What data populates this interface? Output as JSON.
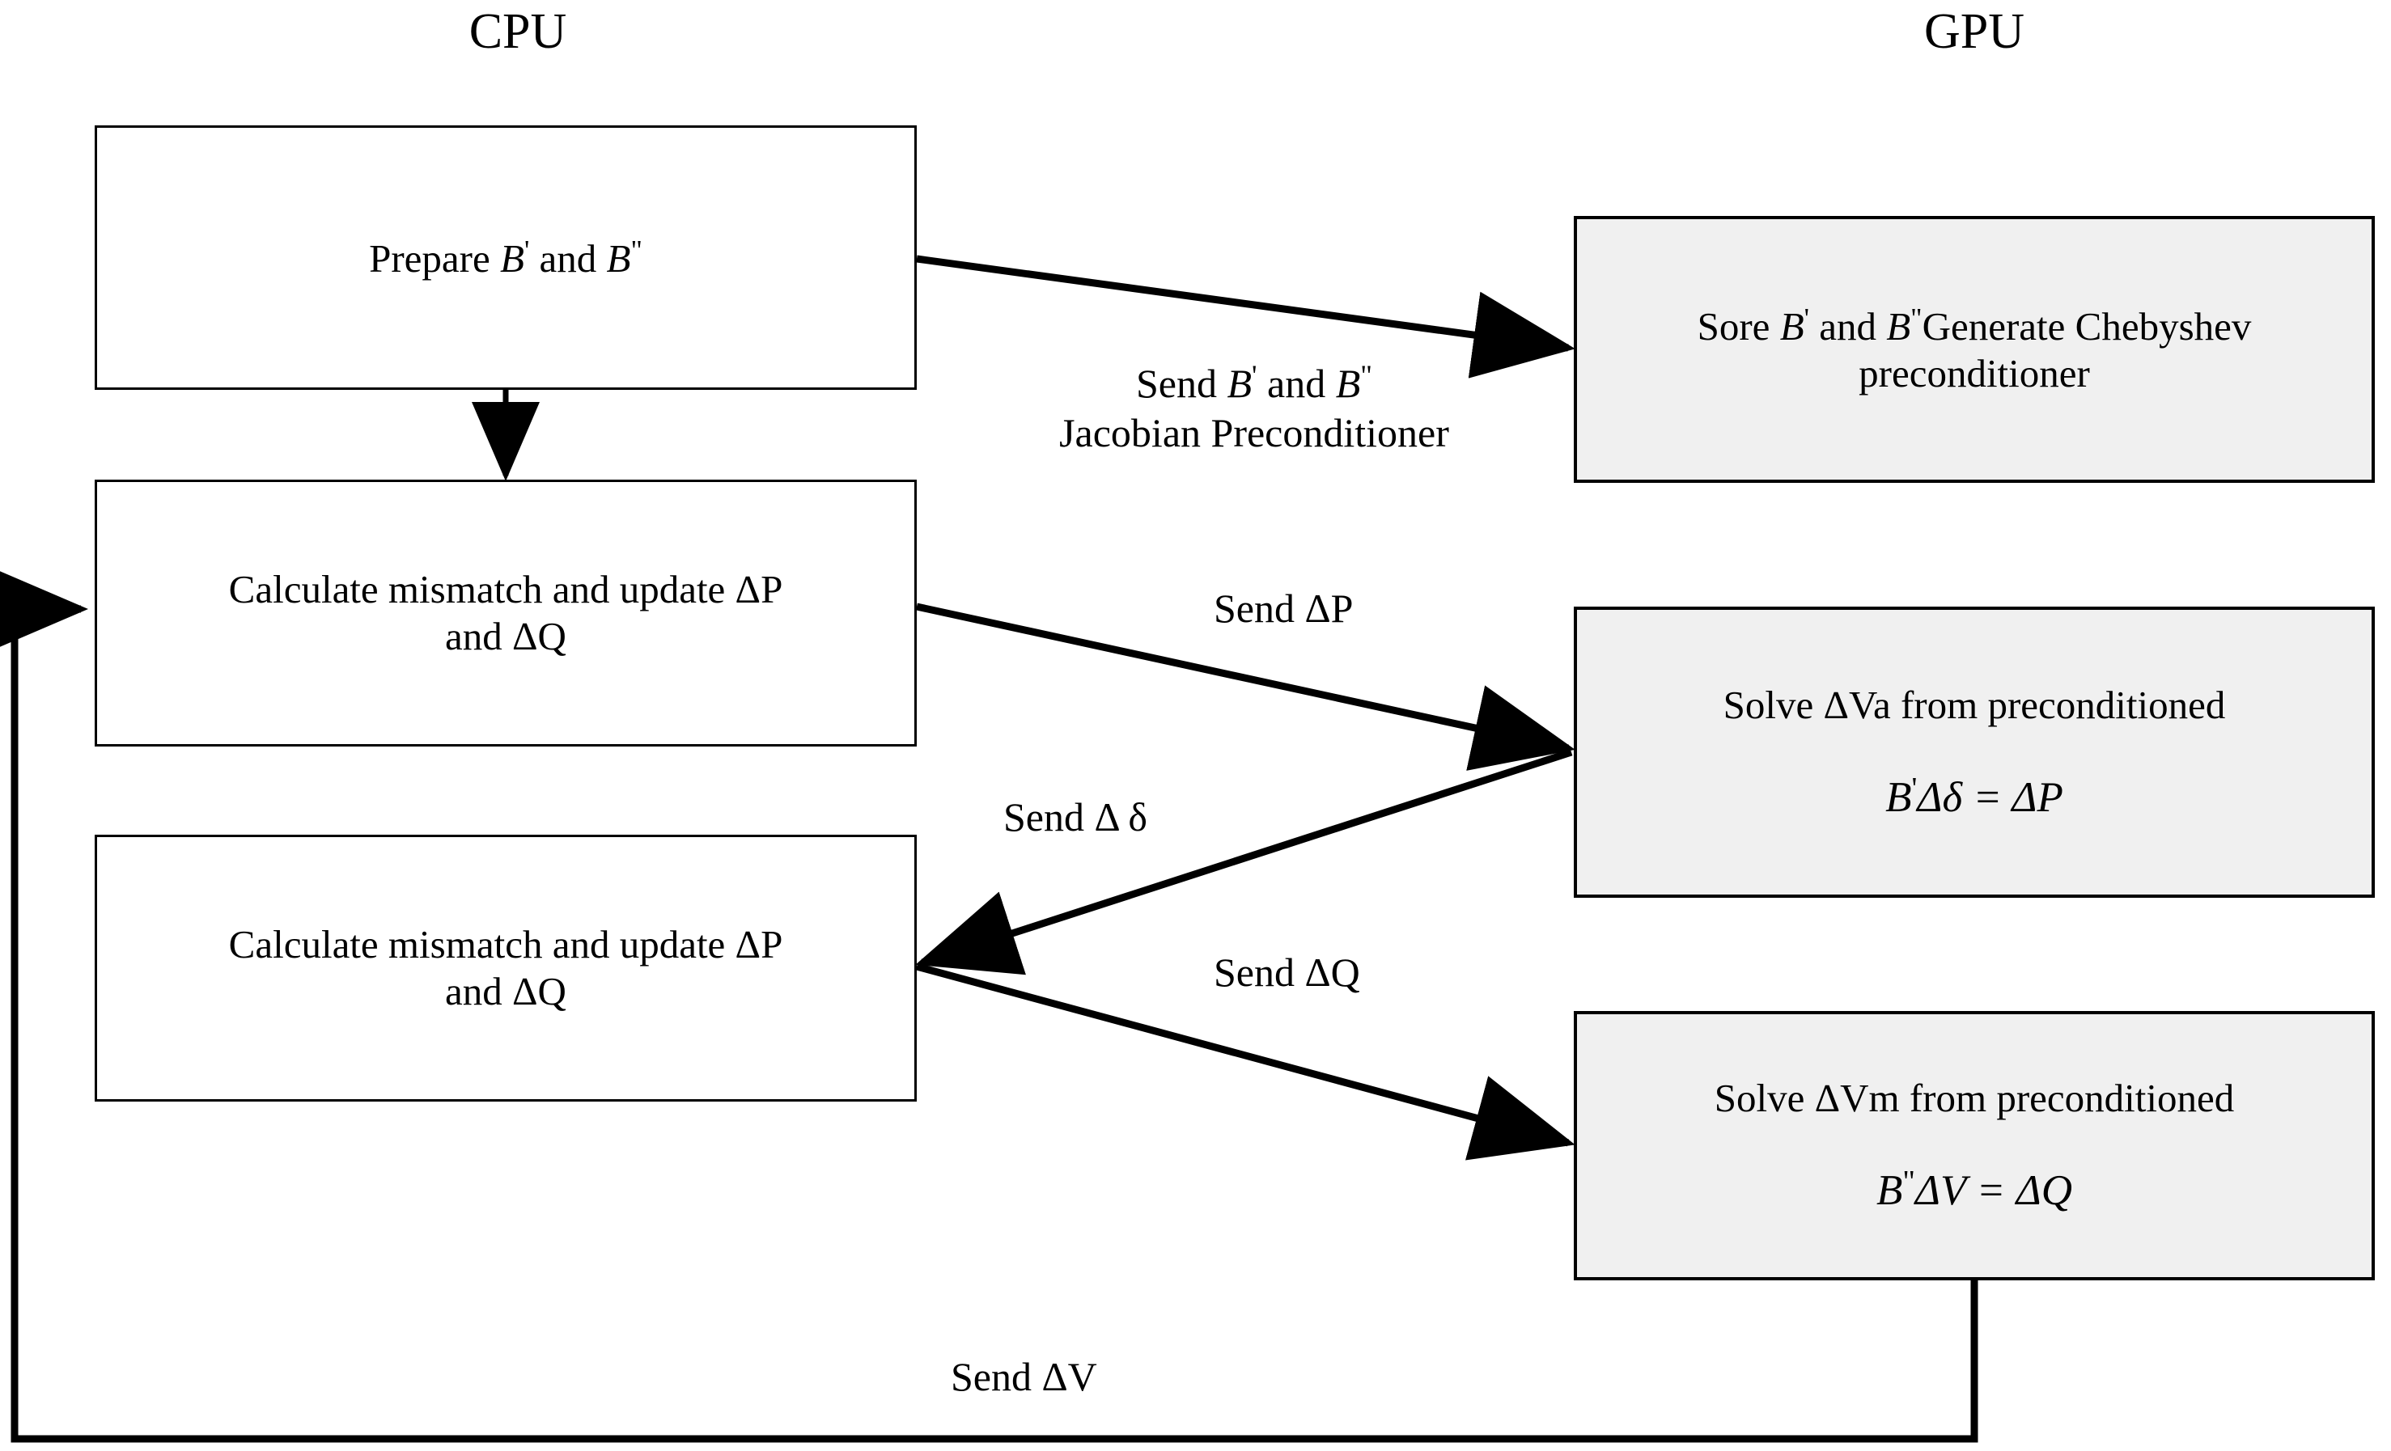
{
  "columns": {
    "cpu_title": "CPU",
    "gpu_title": "GPU"
  },
  "cpu_boxes": [
    {
      "id": "prepare-b",
      "text_prefix": "Prepare ",
      "b1": "B",
      "p1": "'",
      "mid": " and  ",
      "b2": "B",
      "p2": "\""
    },
    {
      "id": "calc-mismatch-1",
      "line1": "Calculate mismatch and update ΔP",
      "line2": "and ΔQ"
    },
    {
      "id": "calc-mismatch-2",
      "line1": "Calculate mismatch and update ΔP",
      "line2": "and ΔQ"
    }
  ],
  "gpu_boxes": [
    {
      "id": "store-generate",
      "pre": "Sore ",
      "b1": "B",
      "p1": "'",
      "mid": " and ",
      "b2": "B",
      "p2": "\"",
      "post": "Generate Chebyshev",
      "line2": "preconditioner"
    },
    {
      "id": "solve-va",
      "line1": "Solve ΔVa from preconditioned",
      "eq_b": "B",
      "eq_prime": "'",
      "eq_rest": "Δδ = ΔP"
    },
    {
      "id": "solve-vm",
      "line1": "Solve ΔVm from preconditioned",
      "eq_b": "B",
      "eq_prime": "\"",
      "eq_rest": "ΔV = ΔQ"
    }
  ],
  "edge_labels": {
    "send_b_line1_pre": "Send  ",
    "send_b_b1": "B",
    "send_b_p1": "'",
    "send_b_mid": "  and  ",
    "send_b_b2": "B",
    "send_b_p2": "\"",
    "send_b_line2": "Jacobian Preconditioner",
    "send_dp": "Send   ΔP",
    "send_ddelta_pre": "Send   Δ ",
    "send_ddelta_sym": "δ",
    "send_dq": "Send   ΔQ",
    "send_dv": "Send   ΔV"
  },
  "colors": {
    "stroke": "#000000",
    "cpu_fill": "#ffffff",
    "gpu_fill": "#f0f0f0",
    "page_bg": "#ffffff"
  }
}
